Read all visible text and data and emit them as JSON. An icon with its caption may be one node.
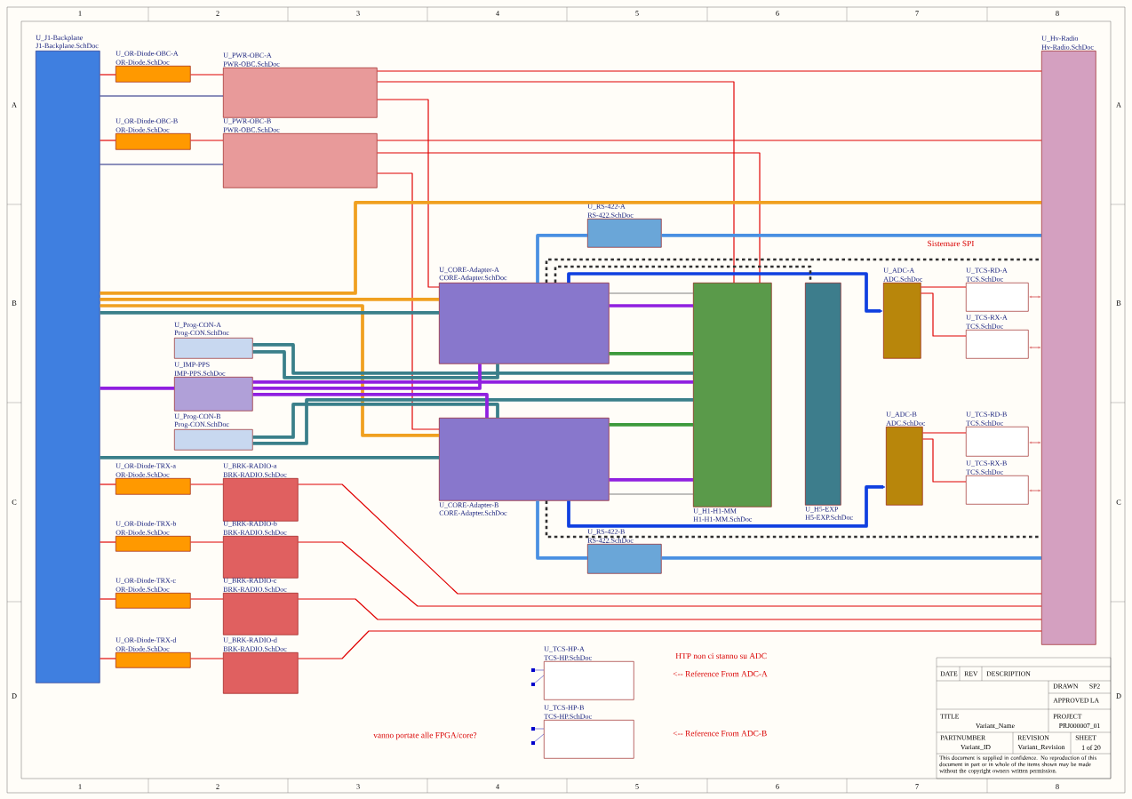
{
  "diagram": {
    "nodes": [
      {
        "text": [
          "U_J1-Backplane",
          "J1-Backplane.SchDoc"
        ]
      },
      {
        "text": [
          "U_OR-Diode-OBC-A",
          "OR-Diode.SchDoc"
        ]
      },
      {
        "text": [
          "U_PWR-OBC-A",
          "PWR-OBC.SchDoc"
        ]
      },
      {
        "text": [
          "U_OR-Diode-OBC-B",
          "OR-Diode.SchDoc"
        ]
      },
      {
        "text": [
          "U_PWR-OBC-B",
          "PWR-OBC.SchDoc"
        ]
      },
      {
        "text": [
          "U_RS-422-A",
          "RS-422.SchDoc"
        ]
      },
      {
        "text": [
          "U_CORE-Adapter-A",
          "CORE-Adapter.SchDoc"
        ]
      },
      {
        "text": [
          "U_Prog-CON-A",
          "Prog-CON.SchDoc"
        ]
      },
      {
        "text": [
          "U_IMP-PPS",
          "IMP-PPS.SchDoc"
        ]
      },
      {
        "text": [
          "U_Prog-CON-B",
          "Prog-CON.SchDoc"
        ]
      },
      {
        "text": [
          "U_CORE-Adapter-B",
          "CORE-Adapter.SchDoc"
        ]
      },
      {
        "text": [
          "U_H1-H1-MM",
          "H1-H1-MM.SchDoc"
        ]
      },
      {
        "text": [
          "U_H5-EXP",
          "H5-EXP.SchDoc"
        ]
      },
      {
        "text": [
          "U_ADC-A",
          "ADC.SchDoc"
        ]
      },
      {
        "text": [
          "U_TCS-RD-A",
          "TCS.SchDoc"
        ]
      },
      {
        "text": [
          "U_TCS-RX-A",
          "TCS.SchDoc"
        ]
      },
      {
        "text": [
          "U_ADC-B",
          "ADC.SchDoc"
        ]
      },
      {
        "text": [
          "U_TCS-RD-B",
          "TCS.SchDoc"
        ]
      },
      {
        "text": [
          "U_TCS-RX-B",
          "TCS.SchDoc"
        ]
      },
      {
        "text": [
          "U_Hv-Radio",
          "Hv-Radio.SchDoc"
        ]
      },
      {
        "text": [
          "U_OR-Diode-TRX-a",
          "OR-Diode.SchDoc"
        ]
      },
      {
        "text": [
          "U_BRK-RADIO-a",
          "BRK-RADIO.SchDoc"
        ]
      },
      {
        "text": [
          "U_OR-Diode-TRX-b",
          "OR-Diode.SchDoc"
        ]
      },
      {
        "text": [
          "U_BRK-RADIO-b",
          "BRK-RADIO.SchDoc"
        ]
      },
      {
        "text": [
          "U_OR-Diode-TRX-c",
          "OR-Diode.SchDoc"
        ]
      },
      {
        "text": [
          "U_BRK-RADIO-c",
          "BRK-RADIO.SchDoc"
        ]
      },
      {
        "text": [
          "U_OR-Diode-TRX-d",
          "OR-Diode.SchDoc"
        ]
      },
      {
        "text": [
          "U_BRK-RADIO-d",
          "BRK-RADIO.SchDoc"
        ]
      },
      {
        "text": [
          "U_RS-422-B",
          "RS-422.SchDoc"
        ]
      },
      {
        "text": [
          "U_TCS-HP-A",
          "TCS-HP.SchDoc"
        ]
      },
      {
        "text": [
          "U_TCS-HP-B",
          "TCS-HP.SchDoc"
        ]
      }
    ],
    "edges": [
      {
        "from": 0,
        "to": 1,
        "arrow": "none"
      },
      {
        "from": 1,
        "to": 2,
        "arrow": "none"
      },
      {
        "from": 0,
        "to": 2,
        "arrow": "none",
        "color": "#1a237e"
      },
      {
        "from": 0,
        "to": 3,
        "arrow": "none"
      },
      {
        "from": 3,
        "to": 4,
        "arrow": "none"
      },
      {
        "from": 0,
        "to": 4,
        "arrow": "none",
        "color": "#1a237e"
      },
      {
        "from": 2,
        "to": 19,
        "arrow": "none"
      },
      {
        "from": 2,
        "to": 11,
        "arrow": "none"
      },
      {
        "from": 2,
        "to": 6,
        "arrow": "none"
      },
      {
        "from": 4,
        "to": 19,
        "arrow": "none"
      },
      {
        "from": 4,
        "to": 11,
        "arrow": "none"
      },
      {
        "from": 4,
        "to": 10,
        "arrow": "none"
      },
      {
        "from": 0,
        "to": 19,
        "arrow": "none",
        "style": "thick",
        "color": "#f0a020"
      },
      {
        "from": 0,
        "to": 6,
        "arrow": "none",
        "style": "thick",
        "color": "#f0a020"
      },
      {
        "from": 0,
        "to": 10,
        "arrow": "none",
        "style": "thick",
        "color": "#f0a020"
      },
      {
        "from": 0,
        "to": 6,
        "arrow": "none",
        "style": "thick",
        "color": "#3a7f8a"
      },
      {
        "from": 0,
        "to": 10,
        "arrow": "none",
        "style": "thick",
        "color": "#3a7f8a"
      },
      {
        "from": 0,
        "to": 8,
        "arrow": "none",
        "style": "thick",
        "color": "#9020e0"
      },
      {
        "from": 7,
        "to": 11,
        "arrow": "none",
        "style": "thick",
        "color": "#3a7f8a"
      },
      {
        "from": 7,
        "to": 6,
        "arrow": "none",
        "style": "thick",
        "color": "#3a7f8a"
      },
      {
        "from": 9,
        "to": 10,
        "arrow": "none",
        "style": "thick",
        "color": "#3a7f8a"
      },
      {
        "from": 9,
        "to": 11,
        "arrow": "none",
        "style": "thick",
        "color": "#3a7f8a"
      },
      {
        "from": 8,
        "to": 11,
        "arrow": "none",
        "style": "thick",
        "color": "#9020e0"
      },
      {
        "from": 8,
        "to": 6,
        "arrow": "none",
        "style": "thick",
        "color": "#9020e0"
      },
      {
        "from": 8,
        "to": 10,
        "arrow": "none",
        "style": "thick",
        "color": "#9020e0"
      },
      {
        "from": 6,
        "to": 5,
        "arrow": "none",
        "style": "thick",
        "color": "#4a90e2"
      },
      {
        "from": 5,
        "to": 19,
        "arrow": "none",
        "style": "thick",
        "color": "#4a90e2"
      },
      {
        "from": 10,
        "to": 28,
        "arrow": "none",
        "style": "thick",
        "color": "#4a90e2"
      },
      {
        "from": 28,
        "to": 19,
        "arrow": "none",
        "style": "thick",
        "color": "#4a90e2"
      },
      {
        "from": 6,
        "to": 11,
        "arrow": "none",
        "color": "#808080"
      },
      {
        "from": 6,
        "to": 11,
        "arrow": "none",
        "style": "thick",
        "color": "#9020e0"
      },
      {
        "from": 6,
        "to": 11,
        "arrow": "none",
        "style": "thick",
        "color": "#3c9a3c"
      },
      {
        "from": 10,
        "to": 11,
        "arrow": "none",
        "style": "thick",
        "color": "#3c9a3c"
      },
      {
        "from": 10,
        "to": 11,
        "arrow": "none",
        "style": "thick",
        "color": "#9020e0"
      },
      {
        "from": 10,
        "to": 11,
        "arrow": "none",
        "color": "#808080"
      },
      {
        "from": 6,
        "to": 13,
        "arrow": "to",
        "style": "thick",
        "color": "#1040e0"
      },
      {
        "from": 10,
        "to": 16,
        "arrow": "to",
        "style": "thick",
        "color": "#1040e0"
      },
      {
        "from": 6,
        "to": 19,
        "arrow": "none",
        "style": "dashed",
        "color": "#303030"
      },
      {
        "from": 10,
        "to": 19,
        "arrow": "none",
        "style": "dashed",
        "color": "#303030"
      },
      {
        "from": 6,
        "to": 12,
        "arrow": "none",
        "style": "dashed",
        "color": "#303030"
      },
      {
        "from": 13,
        "to": 14,
        "arrow": "none"
      },
      {
        "from": 13,
        "to": 15,
        "arrow": "none"
      },
      {
        "from": 16,
        "to": 17,
        "arrow": "none"
      },
      {
        "from": 16,
        "to": 18,
        "arrow": "none"
      },
      {
        "from": 14,
        "to": 19,
        "arrow": "both",
        "color": "#e08080"
      },
      {
        "from": 15,
        "to": 19,
        "arrow": "both",
        "color": "#e08080"
      },
      {
        "from": 17,
        "to": 19,
        "arrow": "both",
        "color": "#e08080"
      },
      {
        "from": 18,
        "to": 19,
        "arrow": "both",
        "color": "#e08080"
      },
      {
        "from": 0,
        "to": 20,
        "arrow": "none"
      },
      {
        "from": 20,
        "to": 21,
        "arrow": "none"
      },
      {
        "from": 21,
        "to": 19,
        "arrow": "none"
      },
      {
        "from": 0,
        "to": 22,
        "arrow": "none"
      },
      {
        "from": 22,
        "to": 23,
        "arrow": "none"
      },
      {
        "from": 23,
        "to": 19,
        "arrow": "none"
      },
      {
        "from": 0,
        "to": 24,
        "arrow": "none"
      },
      {
        "from": 24,
        "to": 25,
        "arrow": "none"
      },
      {
        "from": 25,
        "to": 19,
        "arrow": "none"
      },
      {
        "from": 0,
        "to": 26,
        "arrow": "none"
      },
      {
        "from": 26,
        "to": 27,
        "arrow": "none"
      },
      {
        "from": 27,
        "to": 19,
        "arrow": "none"
      }
    ],
    "labels": [
      "1",
      "2",
      "3",
      "4",
      "5",
      "6",
      "7",
      "8",
      "A",
      "A",
      "Sistemare SPI",
      "B",
      "B",
      "C",
      "C",
      "HTP non ci stanno su ADC",
      "<-- Reference From ADC-A",
      "DATE",
      "REV",
      "DESCRIPTION",
      "DRAWN",
      "SP2",
      "D",
      "D",
      "APPROVED",
      "LA",
      "TITLE",
      "PROJECT",
      "Variant_Name",
      "PRJ000007_01",
      "vanno portate alle FPGA/core?",
      "<-- Reference From ADC-B",
      "PARTNUMBER",
      "REVISION",
      "SHEET",
      "Variant_ID",
      "Variant_Revision",
      "1 of 20",
      "This document is supplied in confidence. No reproduction of this document in part or in whole of the items shown may be made without the copyright owners written permission.",
      "1",
      "2",
      "3",
      "4",
      "5",
      "6",
      "7",
      "8"
    ]
  }
}
